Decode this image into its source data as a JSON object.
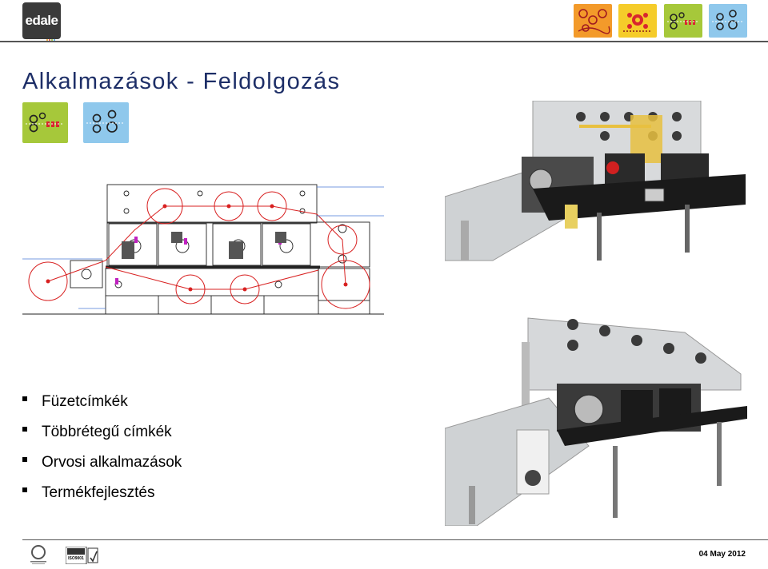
{
  "header": {
    "logo_text": "edale",
    "logo_dot_colors": [
      "#f0a020",
      "#e04030",
      "#90c030",
      "#40a0e0"
    ],
    "process_icons": [
      {
        "name": "process-icon-orange",
        "color": "#f39a2a"
      },
      {
        "name": "process-icon-yellow",
        "color": "#f5cc2a"
      },
      {
        "name": "process-icon-green",
        "color": "#a6c83a"
      },
      {
        "name": "process-icon-blue",
        "color": "#8fc8ec"
      }
    ]
  },
  "title": "Alkalmazások - Feldolgozás",
  "section_icons": [
    {
      "name": "finishing-icon-green",
      "color": "#a6c83a"
    },
    {
      "name": "finishing-icon-blue",
      "color": "#8fc8ec"
    }
  ],
  "bullets": [
    "Füzetcímkék",
    "Többrétegű címkék",
    "Orvosi alkalmazások",
    "Termékfejlesztés"
  ],
  "footer": {
    "date": "04 May 2012",
    "cert_label": "ISO9001"
  }
}
